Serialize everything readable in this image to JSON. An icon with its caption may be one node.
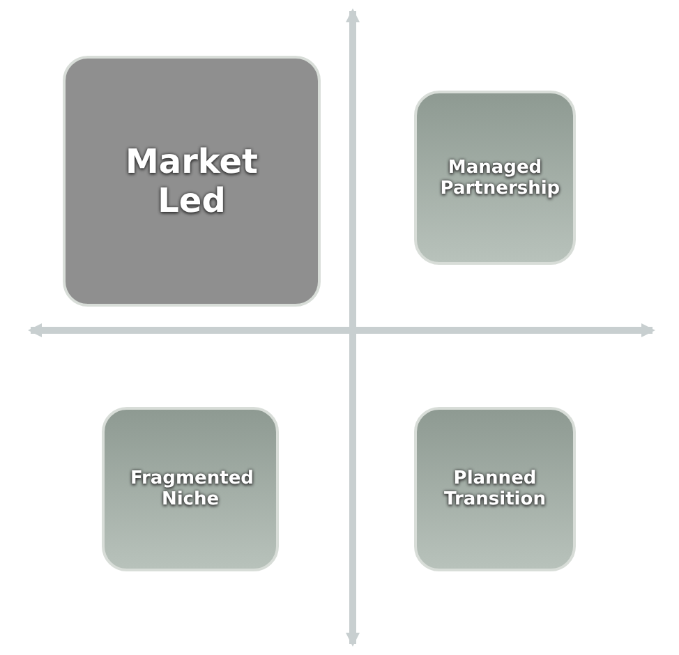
{
  "diagram": {
    "nodes": [
      {
        "text": [
          "Market Led"
        ]
      },
      {
        "text": [
          "Managed Partnership"
        ]
      },
      {
        "text": [
          "Fragmented Niche"
        ]
      },
      {
        "text": [
          "Planned Transition"
        ]
      }
    ]
  }
}
